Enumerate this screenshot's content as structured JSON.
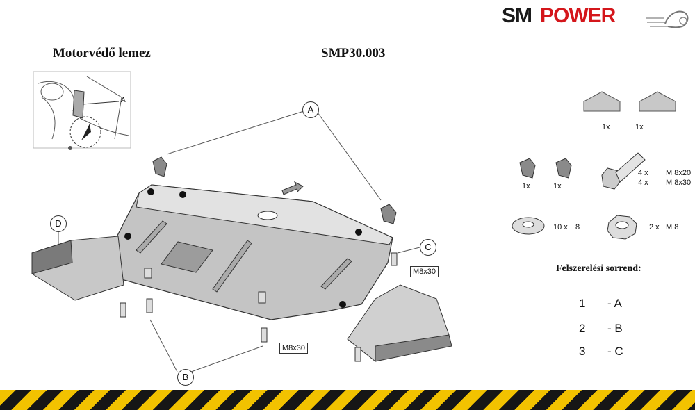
{
  "brand": {
    "sm": "SM",
    "power": "POWER",
    "sm_color": "#1a1a1a",
    "power_color": "#d4161b"
  },
  "header": {
    "left_title": "Motorvédő lemez",
    "code": "SMP30.003"
  },
  "callouts": {
    "a": "A",
    "b": "B",
    "c": "C",
    "d": "D"
  },
  "inset": {
    "label": "A"
  },
  "bolt_labels": {
    "right": "M8x30",
    "bottom": "M8x30"
  },
  "parts": {
    "brackets_large": [
      {
        "qty": "1x"
      },
      {
        "qty": "1x"
      }
    ],
    "brackets_small": [
      {
        "qty": "1x"
      },
      {
        "qty": "1x"
      }
    ],
    "bolts": [
      {
        "count": "4 x",
        "size": "M 8x20"
      },
      {
        "count": "4 x",
        "size": "M 8x30"
      }
    ],
    "washer": {
      "count": "10 x",
      "size": "8"
    },
    "nut": {
      "count": "2 x",
      "size": "M 8"
    }
  },
  "sequence": {
    "title": "Felszerelési sorrend:",
    "steps": [
      {
        "num": "1",
        "label": "- A"
      },
      {
        "num": "2",
        "label": "- B"
      },
      {
        "num": "3",
        "label": "- C"
      }
    ]
  },
  "colors": {
    "stripe_yellow": "#f2c200",
    "stripe_black": "#161616",
    "plate": "#bdbdbd"
  }
}
